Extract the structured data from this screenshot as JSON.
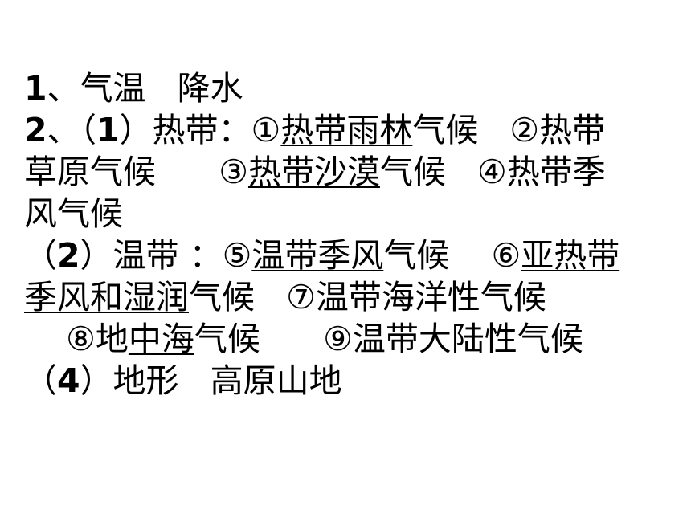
{
  "lines": [
    {
      "segments": [
        {
          "text": "1",
          "bold": true
        },
        {
          "text": "、气温   降水"
        }
      ]
    },
    {
      "segments": [
        {
          "text": "2",
          "bold": true
        },
        {
          "text": "、（"
        },
        {
          "text": "1",
          "bold": true
        },
        {
          "text": "）热带：①"
        },
        {
          "text": "热带雨林",
          "underline": true
        },
        {
          "text": "气候   ②热带"
        }
      ]
    },
    {
      "segments": [
        {
          "text": "草原气候      ③"
        },
        {
          "text": "热带沙漠",
          "underline": true
        },
        {
          "text": "气候   ④热带季"
        }
      ]
    },
    {
      "segments": [
        {
          "text": "风气候"
        }
      ]
    },
    {
      "segments": [
        {
          "text": "（"
        },
        {
          "text": "2",
          "bold": true
        },
        {
          "text": "）温带 ：⑤"
        },
        {
          "text": "温带季风",
          "underline": true
        },
        {
          "text": "气候    ⑥"
        },
        {
          "text": "亚热带",
          "underline": true
        }
      ]
    },
    {
      "segments": [
        {
          "text": "季风和湿润",
          "underline": true
        },
        {
          "text": "气候   ⑦温带海洋性气候"
        }
      ]
    },
    {
      "segments": [
        {
          "text": "    ⑧地"
        },
        {
          "text": "中海",
          "underline": true
        },
        {
          "text": "气候      ⑨温带大陆性气候"
        }
      ]
    },
    {
      "segments": [
        {
          "text": "（"
        },
        {
          "text": "4",
          "bold": true
        },
        {
          "text": "）地形   高原山地"
        }
      ]
    }
  ]
}
